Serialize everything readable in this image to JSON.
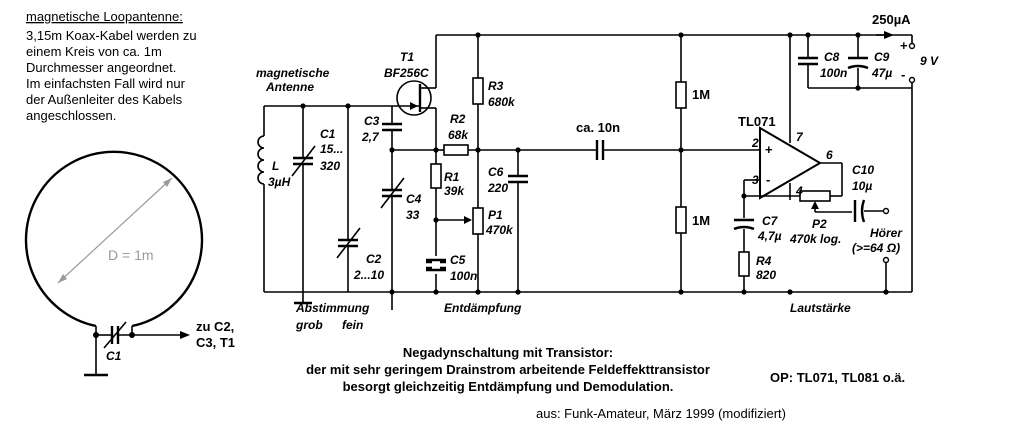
{
  "loop_antenna": {
    "heading": "magnetische Loopantenne:",
    "text_lines": [
      "3,15m Koax-Kabel werden zu",
      "einem Kreis von ca. 1m",
      "Durchmesser angeordnet.",
      "Im einfachsten Fall wird nur",
      "der Außenleiter des Kabels",
      "angeschlossen."
    ],
    "diameter_label": "D = 1m",
    "cap_label": "C1",
    "output_label_lines": [
      "zu C2,",
      "C3, T1"
    ]
  },
  "schematic": {
    "antenna_label_lines": [
      "magnetische",
      "Antenne"
    ],
    "inductor": {
      "name": "L",
      "value": "3µH"
    },
    "C1": {
      "name": "C1",
      "value1": "15...",
      "value2": "320"
    },
    "C2": {
      "name": "C2",
      "value": "2...10"
    },
    "C3": {
      "name": "C3",
      "value": "2,7"
    },
    "C4": {
      "name": "C4",
      "value": "33"
    },
    "T1": {
      "name": "T1",
      "type": "BF256C"
    },
    "R1": {
      "name": "R1",
      "value": "39k"
    },
    "R2": {
      "name": "R2",
      "value": "68k"
    },
    "R3": {
      "name": "R3",
      "value": "680k"
    },
    "P1": {
      "name": "P1",
      "value": "470k"
    },
    "C5": {
      "name": "C5",
      "value": "100n"
    },
    "C6": {
      "name": "C6",
      "value": "220"
    },
    "coupling_cap": "ca. 10n",
    "R_top": "1M",
    "R_bottom": "1M",
    "opamp": {
      "name": "TL071",
      "pin2": "2",
      "pin3": "3",
      "pin4": "4",
      "pin6": "6",
      "pin7": "7",
      "plus": "+",
      "minus": "-"
    },
    "C7": {
      "name": "C7",
      "value": "4,7µ"
    },
    "R4": {
      "name": "R4",
      "value": "820"
    },
    "P2": {
      "name": "P2",
      "value": "470k log."
    },
    "C8": {
      "name": "C8",
      "value": "100n"
    },
    "C9": {
      "name": "C9",
      "value": "47µ"
    },
    "C10": {
      "name": "C10",
      "value": "10µ"
    },
    "current": "250µA",
    "supply": "9 V",
    "supply_plus": "+",
    "supply_minus": "-",
    "headphone_lines": [
      "Hörer",
      "(>=64 Ω)"
    ],
    "tuning_label": "Abstimmung",
    "tuning_coarse": "grob",
    "tuning_fine": "fein",
    "damping_label": "Entdämpfung",
    "volume_label": "Lautstärke"
  },
  "caption": {
    "lines": [
      "Negadynschaltung mit Transistor:",
      "der mit sehr geringem Drainstrom arbeitende Feldeffekttransistor",
      "besorgt gleichzeitig Entdämpfung und Demodulation."
    ],
    "opamp_note": "OP: TL071, TL081 o.ä.",
    "source": "aus: Funk-Amateur, März 1999 (modifiziert)"
  }
}
